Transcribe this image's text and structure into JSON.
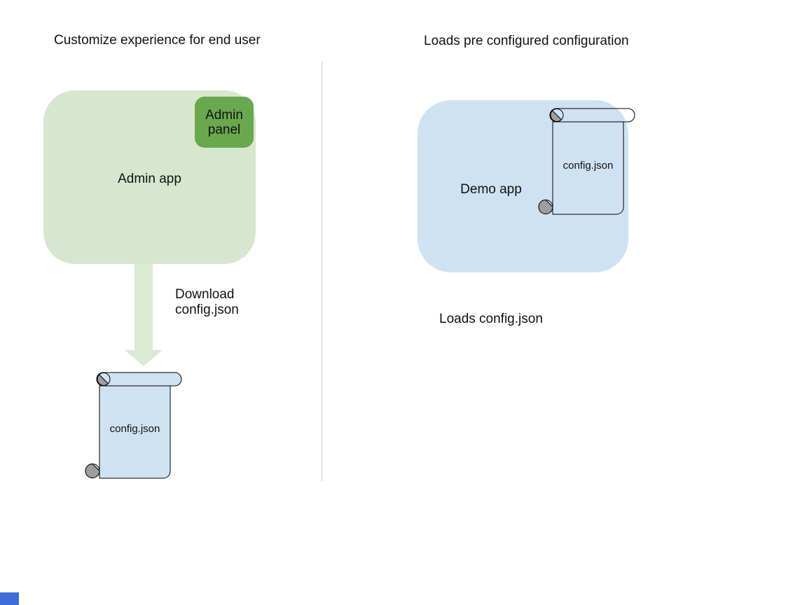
{
  "colors": {
    "admin_app_fill": "#d7e7cf",
    "admin_panel_fill": "#6aa84f",
    "arrow_fill": "#dbead3",
    "demo_app_fill": "#cfe2f3",
    "scroll_fill_left": "#cfe2f3",
    "scroll_fill_right": "none",
    "curl_gray": "#9e9e9e",
    "outline": "#000000",
    "divider": "#999999",
    "corner_marker": "#3e6dd8"
  },
  "left": {
    "title": "Customize experience for end user",
    "admin_app_label": "Admin app",
    "admin_panel_label": "Admin panel",
    "arrow_label": "Download config.json",
    "scroll_label": "config.json"
  },
  "right": {
    "title": "Loads pre configured configuration",
    "demo_app_label": "Demo app",
    "scroll_label": "config.json",
    "caption": "Loads config.json"
  }
}
